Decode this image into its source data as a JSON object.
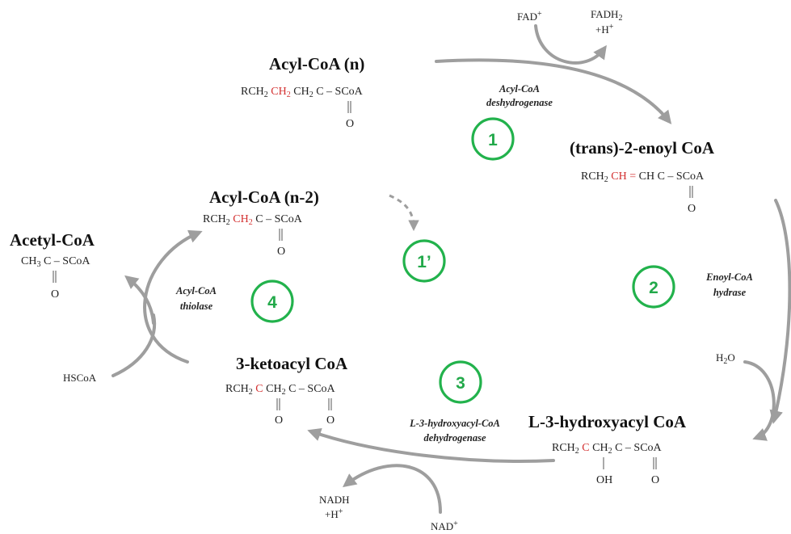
{
  "colors": {
    "arrow": "#9e9e9e",
    "step": "#22b24c",
    "highlight": "#d32f2f"
  },
  "molecules": {
    "acyl_coa_n": {
      "name": "Acyl-CoA (n)",
      "f_r": "RCH",
      "f_s1": "2",
      "f_red": "CH",
      "f_red_sub": "2",
      "f_mid": "CH",
      "f_s2": "2",
      "f_end": "C – SCoA",
      "o": "O"
    },
    "enoyl": {
      "name": "(trans)-2-enoyl CoA",
      "f_r": "RCH",
      "f_s1": "2",
      "f_red": "CH =",
      "f_end": "CH C – SCoA",
      "o": "O"
    },
    "hydroxy": {
      "name": "L-3-hydroxyacyl CoA",
      "f_r": "RCH",
      "f_s1": "2",
      "f_red": "C",
      "f_mid": "CH",
      "f_s2": "2",
      "f_end": "C – SCoA",
      "oh": "OH",
      "o": "O"
    },
    "keto": {
      "name": "3-ketoacyl CoA",
      "f_r": "RCH",
      "f_s1": "2",
      "f_red": "C",
      "f_mid": "CH",
      "f_s2": "2",
      "f_end": "C – SCoA",
      "o1": "O",
      "o2": "O"
    },
    "acyl_coa_n2": {
      "name": "Acyl-CoA (n-2)",
      "f_r": "RCH",
      "f_s1": "2",
      "f_red": "CH",
      "f_red_sub": "2",
      "f_end": "C – SCoA",
      "o": "O"
    },
    "acetyl": {
      "name": "Acetyl-CoA",
      "f_r": "CH",
      "f_s1": "3",
      "f_end": "C – SCoA",
      "o": "O"
    }
  },
  "enzymes": {
    "e1_line1": "Acyl-CoA",
    "e1_line2": "deshydrogenase",
    "e2_line1": "Enoyl-CoA",
    "e2_line2": "hydrase",
    "e3_line1": "L-3-hydroxyacyl-CoA",
    "e3_line2": "dehydrogenase",
    "e4_line1": "Acyl-CoA",
    "e4_line2": "thiolase"
  },
  "cofactors": {
    "fad": "FAD",
    "fad_sup": "+",
    "fadh": "FADH",
    "fadh_sub": "2",
    "fadh_h": "+H",
    "fadh_h_sup": "+",
    "h2o_h": "H",
    "h2o_sub": "2",
    "h2o_o": "O",
    "nadh": "NADH",
    "nadh_h": "+H",
    "nadh_h_sup": "+",
    "nad": "NAD",
    "nad_sup": "+",
    "hscoa": "HSCoA"
  },
  "steps": [
    "1",
    "2",
    "3",
    "4",
    "1’"
  ]
}
